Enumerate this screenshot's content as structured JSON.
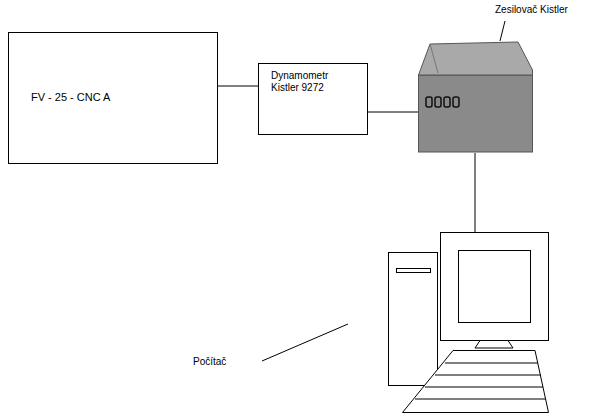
{
  "diagram": {
    "nodes": [
      {
        "text": [
          "FV - 25 - CNC A"
        ]
      },
      {
        "text": [
          "Dynamometr Kistler 9272"
        ]
      },
      {
        "text": [
          "Zesilovač Kistler"
        ]
      },
      {
        "text": [
          "Počítač"
        ]
      }
    ],
    "edges": [
      {
        "from": 0,
        "to": 1,
        "arrow": "none"
      },
      {
        "from": 1,
        "to": 2,
        "arrow": "none"
      },
      {
        "from": 2,
        "to": 3,
        "arrow": "none"
      }
    ]
  }
}
